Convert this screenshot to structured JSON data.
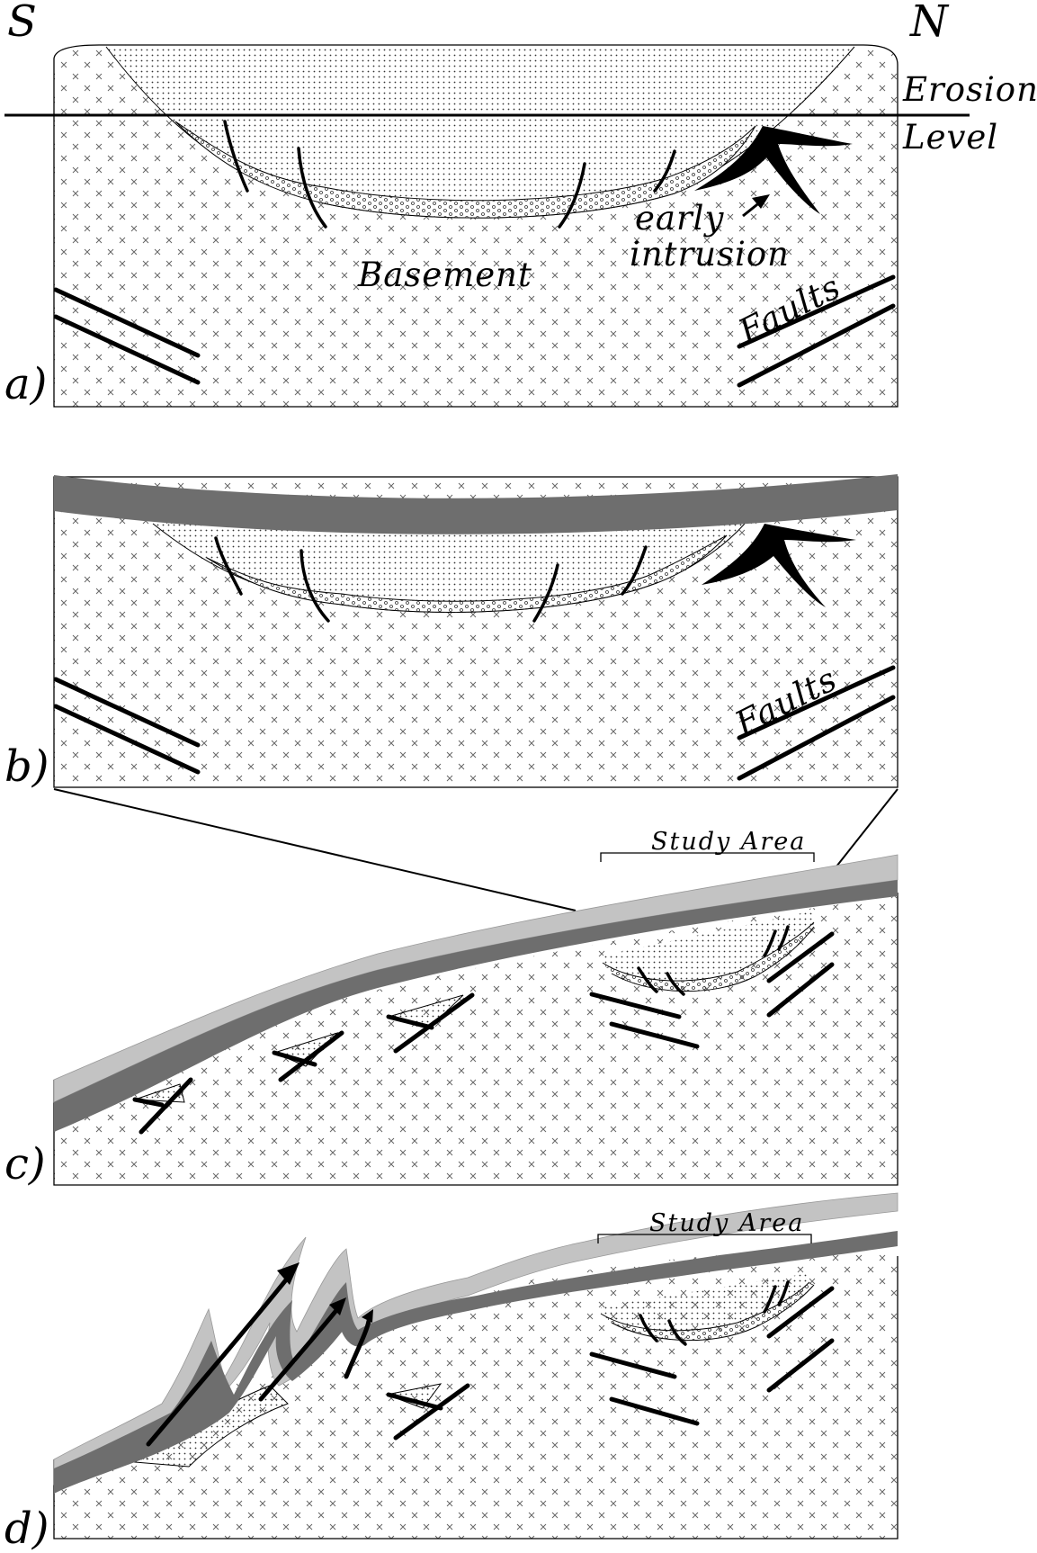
{
  "compass": {
    "south": "S",
    "north": "N"
  },
  "panel_a": {
    "tag": "a)",
    "erosion_line_1": "Erosion",
    "erosion_line_2": "Level",
    "basement": "Basement",
    "intrusion_line_1": "early",
    "intrusion_line_2": "intrusion",
    "faults": "Faults"
  },
  "panel_b": {
    "tag": "b)",
    "faults": "Faults"
  },
  "panel_c": {
    "tag": "c)",
    "study_area": "Study Area"
  },
  "panel_d": {
    "tag": "d)",
    "study_area": "Study Area"
  },
  "colors": {
    "cover_dark": "#6e6e6e",
    "cover_light": "#c3c3c3",
    "ink": "#000000",
    "paper": "#ffffff"
  }
}
